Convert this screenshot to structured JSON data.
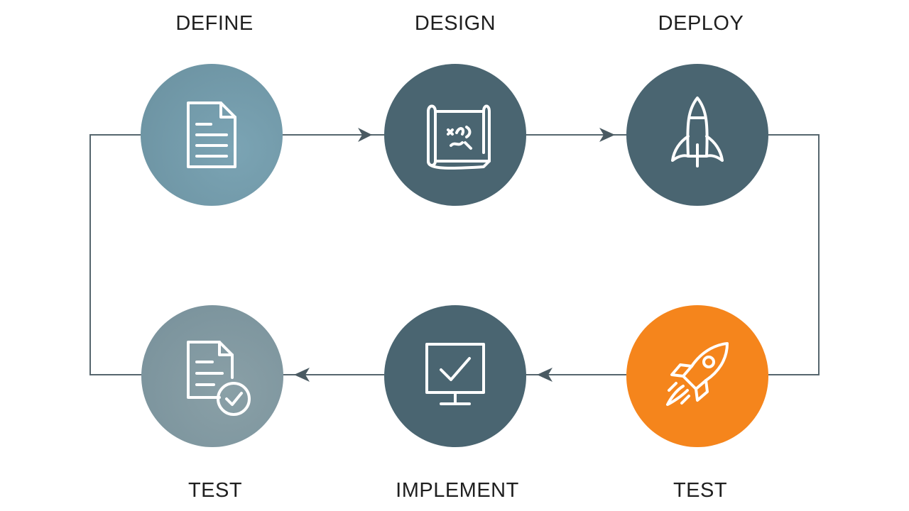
{
  "stages": {
    "define": {
      "label": "DEFINE",
      "icon": "document-icon",
      "color": "#6c97a6"
    },
    "design": {
      "label": "DESIGN",
      "icon": "blueprint-map-icon",
      "color": "#4a6571"
    },
    "deploy": {
      "label": "DEPLOY",
      "icon": "rocket-icon",
      "color": "#4a6571"
    },
    "test_orange": {
      "label": "TEST",
      "icon": "rocket-launch-icon",
      "color": "#f5851c"
    },
    "implement": {
      "label": "IMPLEMENT",
      "icon": "monitor-check-icon",
      "color": "#4a6571"
    },
    "test_gray": {
      "label": "TEST",
      "icon": "document-check-icon",
      "color": "#7a929a"
    }
  },
  "colors": {
    "connector": "#4a5a62",
    "icon_stroke": "#ffffff",
    "label_text": "#1f1f1f"
  }
}
